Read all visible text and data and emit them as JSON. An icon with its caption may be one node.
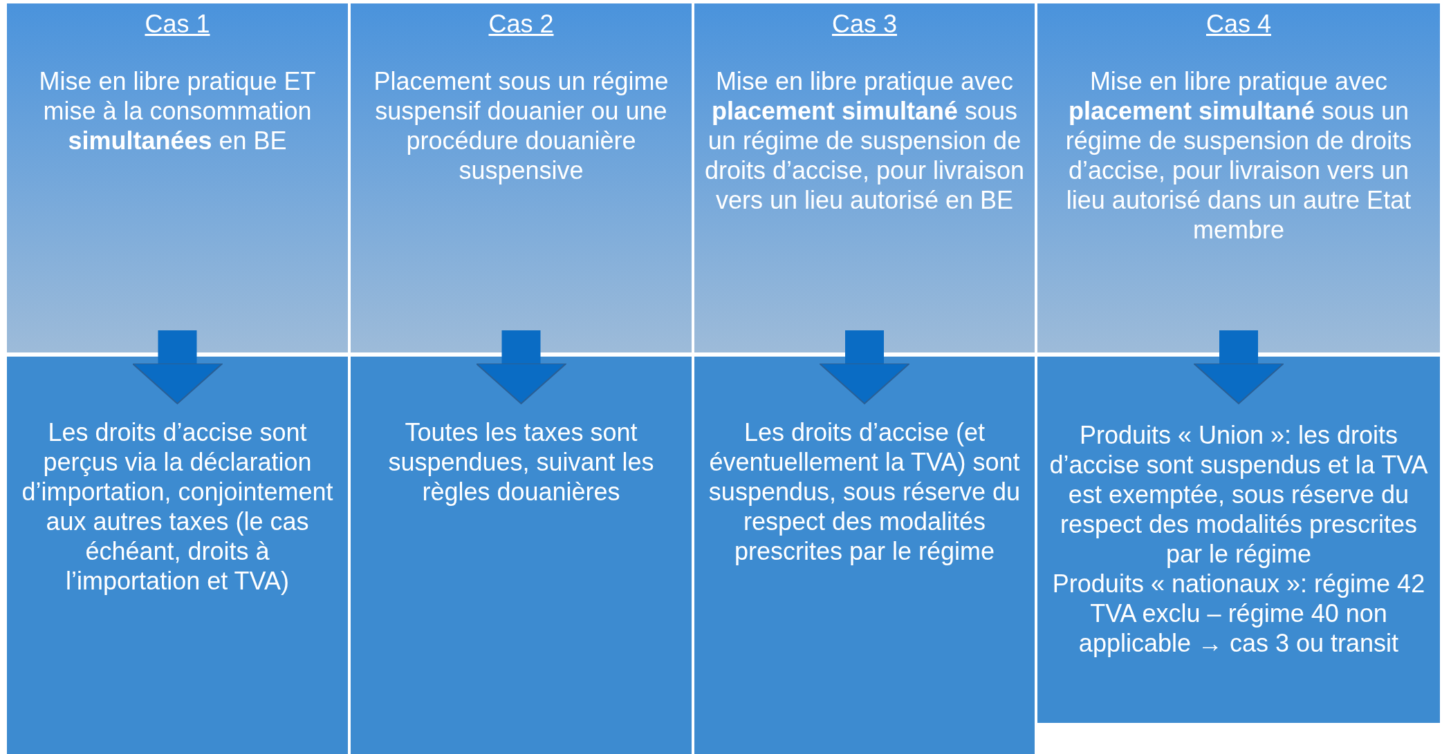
{
  "diagram": {
    "nodes": [
      {
        "text": [
          "Cas 1",
          "Mise en libre pratique ET mise à la consommation **simultanées** en BE"
        ]
      },
      {
        "text": [
          "Cas 2",
          "Placement sous un régime suspensif douanier ou une procédure douanière suspensive"
        ]
      },
      {
        "text": [
          "Cas 3",
          "Mise en libre pratique avec **placement simultané** sous un régime de suspension de droits d’accise, pour livraison vers un lieu autorisé en BE"
        ]
      },
      {
        "text": [
          "Cas 4",
          "Mise en libre pratique avec **placement simultané** sous un régime de suspension de droits d’accise, pour livraison vers un lieu autorisé dans un autre Etat membre"
        ]
      },
      {
        "text": [
          "Les droits d’accise sont perçus via la déclaration d’importation, conjointement aux autres taxes (le cas échéant, droits à l’importation et TVA)"
        ]
      },
      {
        "text": [
          "Toutes les taxes sont suspendues, suivant les règles douanières"
        ]
      },
      {
        "text": [
          "Les droits d’accise (et éventuellement la TVA) sont suspendus, sous réserve du respect des modalités prescrites par le régime"
        ]
      },
      {
        "text": [
          "Produits « Union »: les droits d’accise sont suspendus et la TVA est exemptée, sous réserve du respect des modalités prescrites par le régime",
          "Produits « nationaux »: régime 42 TVA exclu – régime 40 non applicable → cas 3 ou transit"
        ]
      }
    ],
    "edges": [
      {
        "from": 0,
        "to": 4,
        "arrow": "to"
      },
      {
        "from": 1,
        "to": 5,
        "arrow": "to"
      },
      {
        "from": 2,
        "to": 6,
        "arrow": "to"
      },
      {
        "from": 3,
        "to": 7,
        "arrow": "to"
      }
    ]
  }
}
